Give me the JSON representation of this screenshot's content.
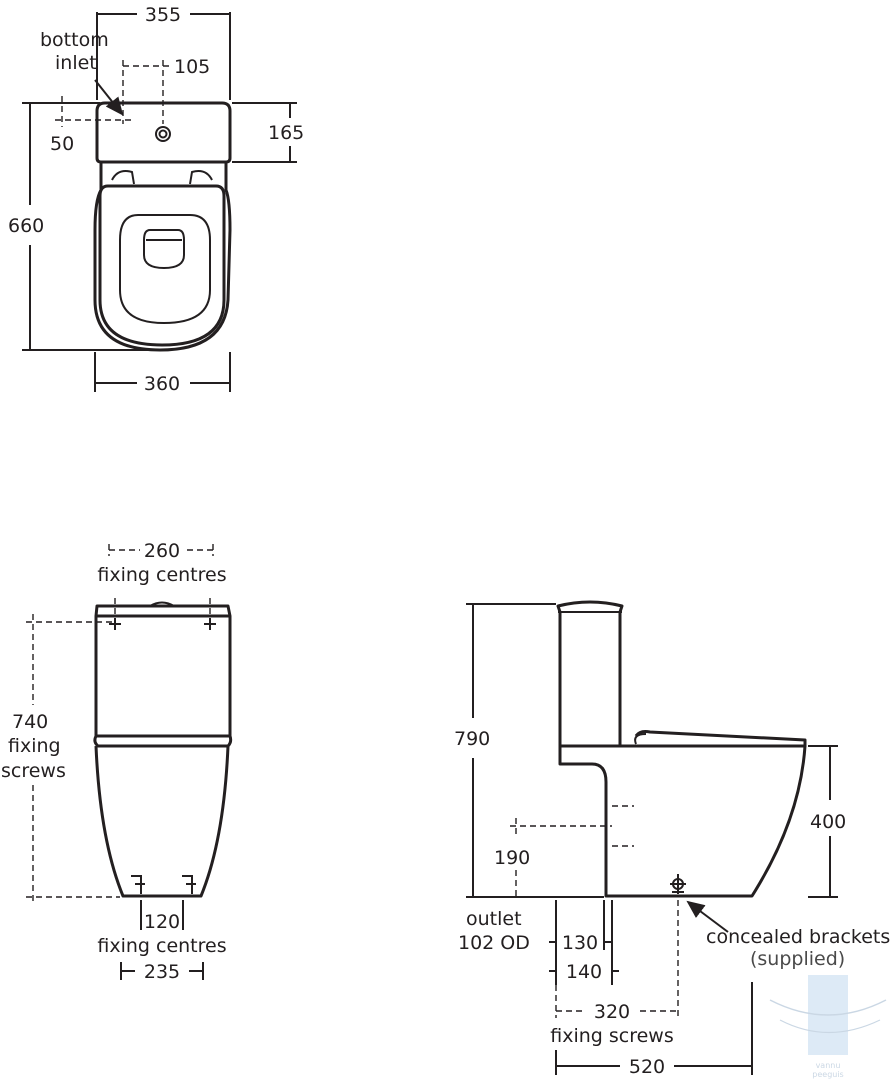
{
  "top_view": {
    "dim_width_top": "355",
    "bottom_inlet_line1": "bottom",
    "bottom_inlet_line2": "inlet",
    "dim_inlet_offset_x": "105",
    "dim_inlet_offset_y": "50",
    "dim_cistern_depth": "165",
    "dim_overall_depth": "660",
    "dim_width_bottom": "360"
  },
  "front_view": {
    "dim_fixing_centres_top": "260",
    "fixing_centres_top_label": "fixing centres",
    "dim_fixing_screws_height": "740",
    "fixing_label_line1": "fixing",
    "fixing_label_line2": "screws",
    "dim_fixing_centres_bottom": "120",
    "fixing_centres_bottom_label": "fixing centres",
    "dim_base_width": "235"
  },
  "side_view": {
    "dim_overall_height": "790",
    "dim_seat_height": "400",
    "dim_outlet_height": "190",
    "outlet_line1": "outlet",
    "outlet_line2": "102 OD",
    "dim_130": "130",
    "dim_140": "140",
    "concealed_line1": "concealed brackets",
    "concealed_line2": "(supplied)",
    "dim_fixing_screws_distance": "320",
    "fixing_screws_label": "fixing screws",
    "dim_overall_length": "520"
  },
  "watermark_text": "vannu peeguis",
  "colors": {
    "line": "#231f20",
    "background": "#ffffff"
  }
}
